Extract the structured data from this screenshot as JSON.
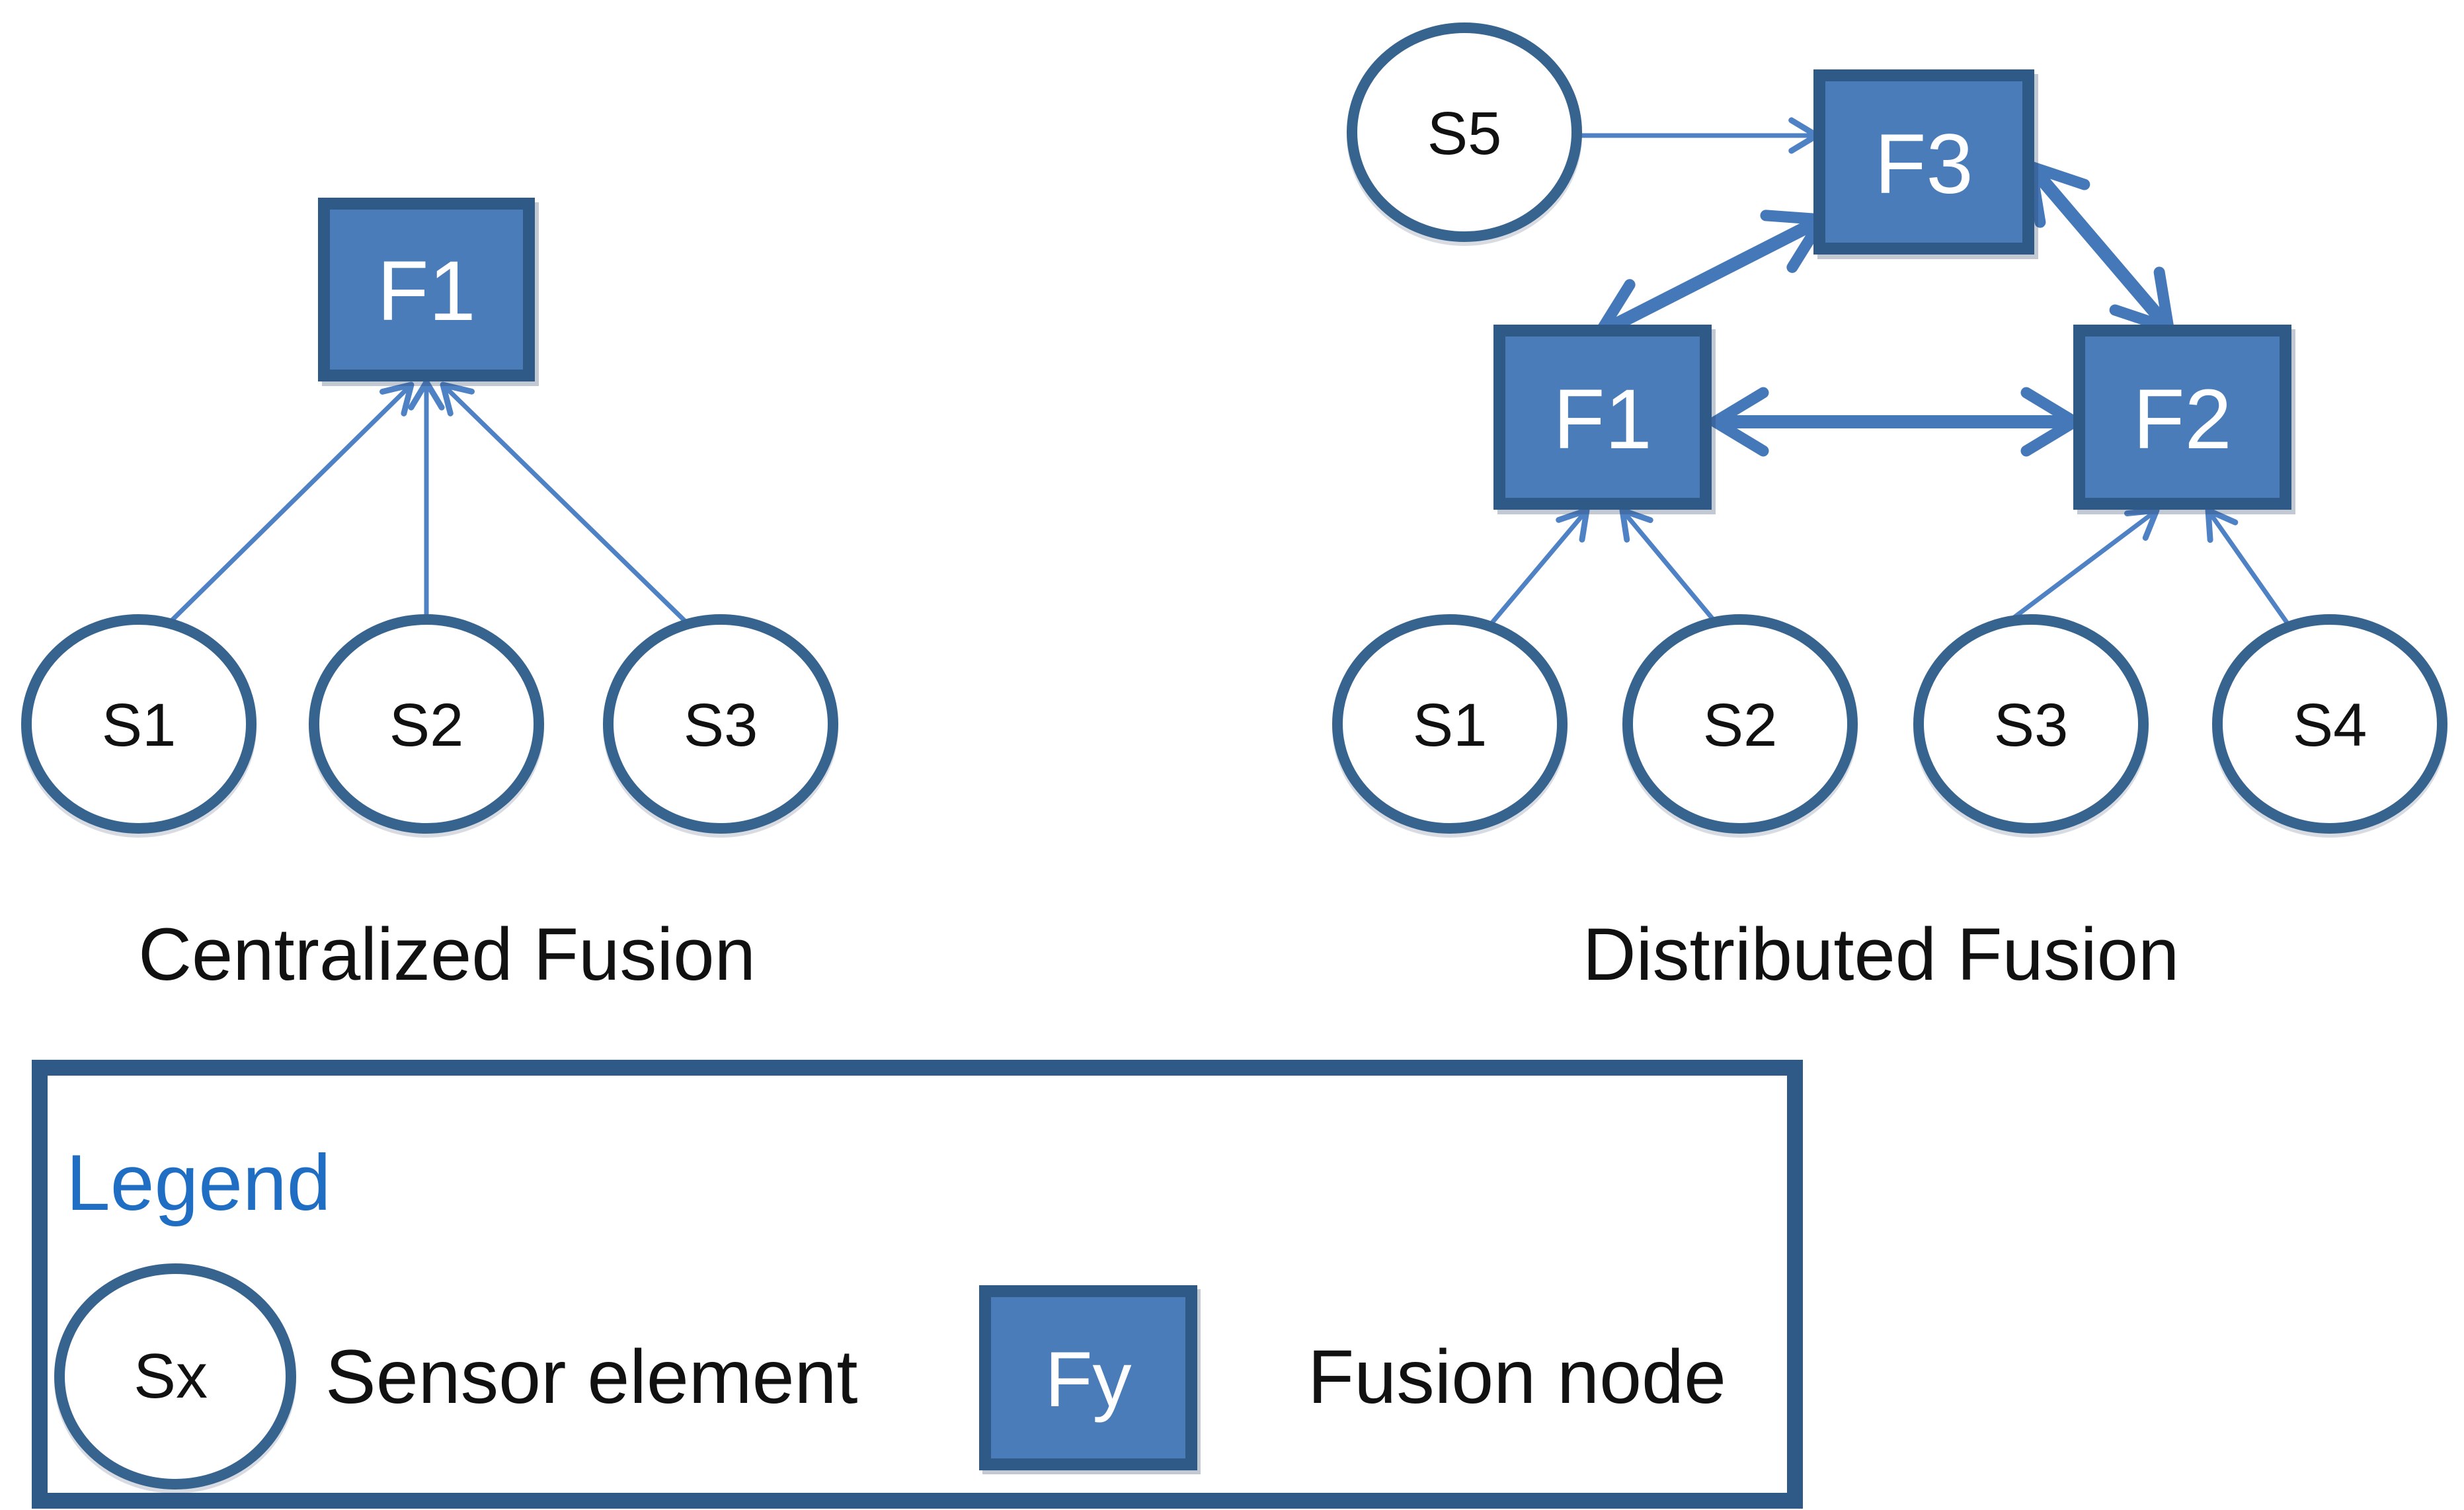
{
  "diagrams": {
    "centralized": {
      "caption": "Centralized Fusion",
      "fusion_node": "F1",
      "sensors": [
        "S1",
        "S2",
        "S3"
      ]
    },
    "distributed": {
      "caption": "Distributed Fusion",
      "fusion_nodes": [
        "F1",
        "F2",
        "F3"
      ],
      "sensors": [
        "S1",
        "S2",
        "S3",
        "S4",
        "S5"
      ]
    }
  },
  "legend": {
    "title": "Legend",
    "items": [
      {
        "symbol": "Sx",
        "shape": "ellipse",
        "label": "Sensor element"
      },
      {
        "symbol": "Fy",
        "shape": "rect",
        "label": "Fusion node"
      }
    ]
  },
  "colors": {
    "node-fill": "#4a7cb9",
    "node-border": "#2f5a87",
    "ellipse-border": "#37648f",
    "arrow-thin": "#4f82c4",
    "arrow-thick": "#4478b8",
    "legend-title": "#1f6ec3",
    "text-dark": "#111111",
    "node-text": "#ffffff"
  }
}
